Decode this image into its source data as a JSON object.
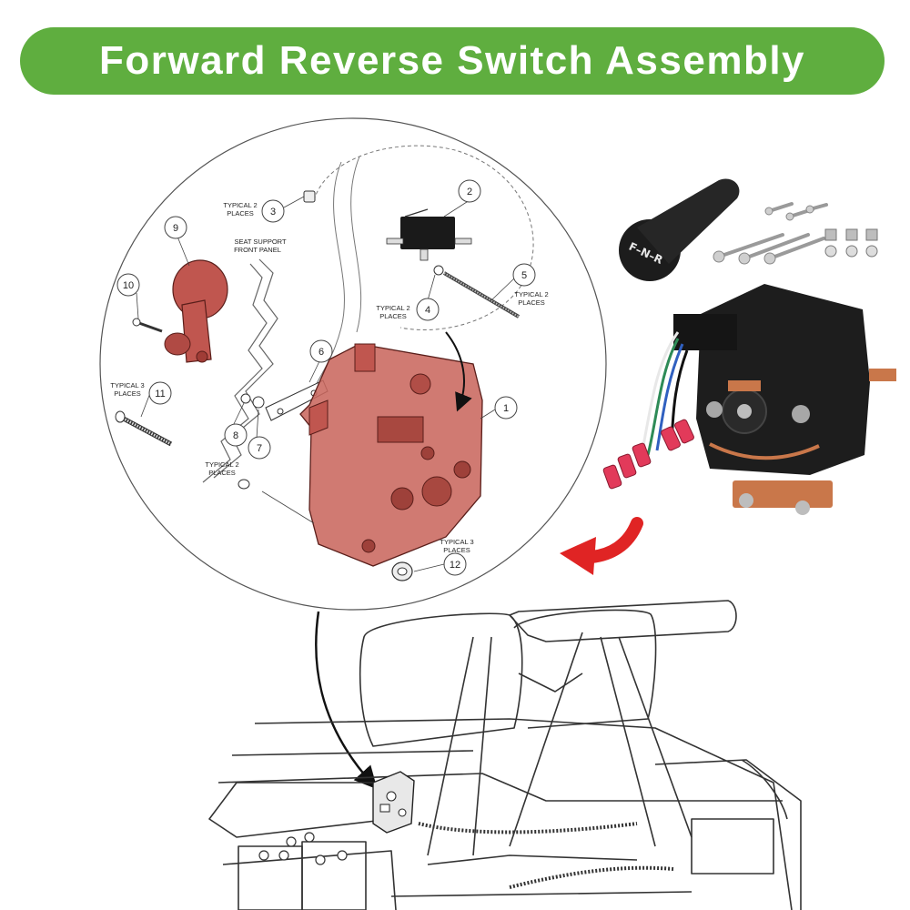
{
  "banner": {
    "title": "Forward Reverse Switch Assembly"
  },
  "colors": {
    "banner_green": "#5fae3f",
    "highlight_red": "#c0564f",
    "arrow_red": "#e02424"
  },
  "callouts": [
    {
      "n": "1"
    },
    {
      "n": "2"
    },
    {
      "n": "3"
    },
    {
      "n": "4"
    },
    {
      "n": "5"
    },
    {
      "n": "6"
    },
    {
      "n": "7"
    },
    {
      "n": "8"
    },
    {
      "n": "9"
    },
    {
      "n": "10"
    },
    {
      "n": "11"
    },
    {
      "n": "12"
    }
  ],
  "labels": {
    "typical2_a": "TYPICAL 2",
    "typical2_a_b": "PLACES",
    "seat_support": "SEAT SUPPORT",
    "front_panel": "FRONT PANEL",
    "typical2_b": "TYPICAL 2",
    "typical2_b_b": "PLACES",
    "typical2_c": "TYPICAL 2",
    "typical2_c_b": "PLACES",
    "typical3_a": "TYPICAL 3",
    "typical3_a_b": "PLACES",
    "typical2_d": "TYPICAL 2",
    "typical2_d_b": "PLACES",
    "typical3_b": "TYPICAL 3",
    "typical3_b_b": "PLACES"
  },
  "knob_text": "F–N–R",
  "icons": [
    "red-curved-arrow-icon",
    "leader-arrow-icon"
  ]
}
